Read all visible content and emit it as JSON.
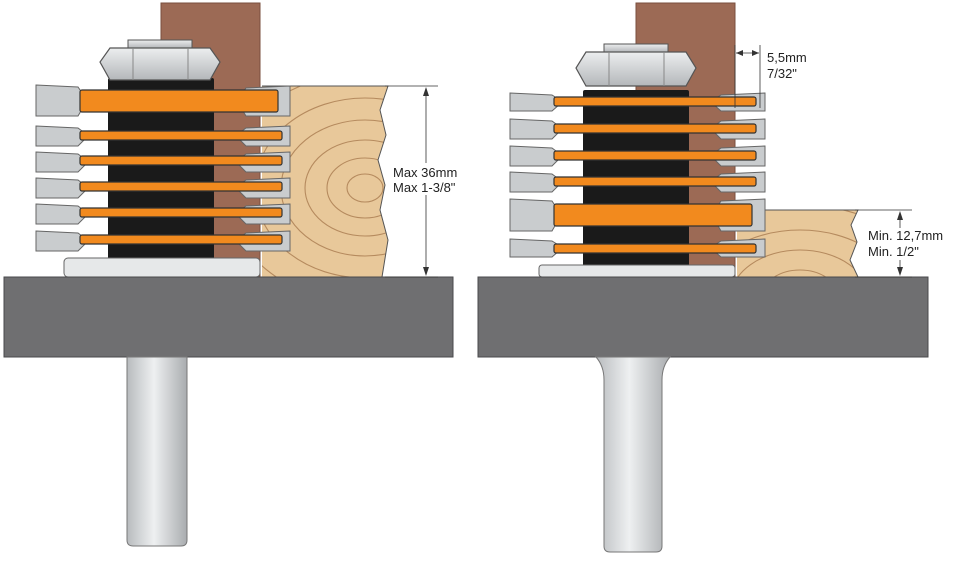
{
  "colors": {
    "wood_bracket": "#9c6a55",
    "wood_bracket_edge": "#7a4f3e",
    "workpiece": "#e8c89a",
    "grain": "#b58a5e",
    "table": "#6f6f71",
    "cutter": "#f28a1e",
    "cutter_edge": "#333333",
    "arbor": "#1a1a1a",
    "steel": "#c9ccce",
    "steel_edge": "#666666"
  },
  "icons": {
    "left_setup": "finger-joint-router-bit-max-stock",
    "right_setup": "finger-joint-router-bit-min-stock"
  },
  "left_setup": {
    "dimension_metric": "Max 36mm",
    "dimension_imperial": "Max 1-3/8\""
  },
  "right_setup": {
    "offset_metric": "5,5mm",
    "offset_imperial": "7/32\"",
    "dimension_metric": "Min. 12,7mm",
    "dimension_imperial": "Min. 1/2\""
  }
}
